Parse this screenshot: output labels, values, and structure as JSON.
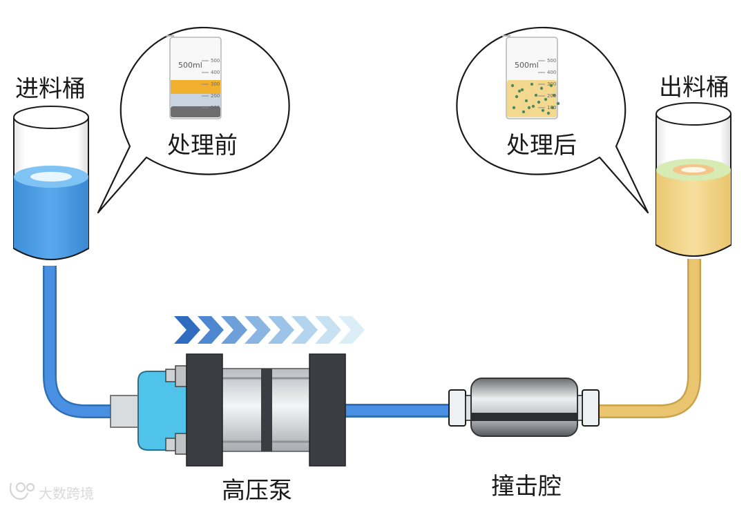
{
  "labels": {
    "feed_tank": "进料桶",
    "before": "处理前",
    "after": "处理后",
    "output_tank": "出料桶",
    "pump": "高压泵",
    "chamber": "撞击腔"
  },
  "beaker": {
    "capacity": "500ml",
    "ticks": [
      "500",
      "400",
      "300",
      "200",
      "100"
    ]
  },
  "watermark": "大数跨境",
  "colors": {
    "feed_liquid": "#4a9ee6",
    "product_liquid": "#f1d58a",
    "pipe_blue": "#4a90e2",
    "pipe_yellow": "#eac46e",
    "pump_head": "#4fc3ea",
    "frame_dark": "#3a3d42",
    "oil_layer": "#f0a818",
    "sludge_layer": "#6e6e6e",
    "dot_green": "#4e8a5e"
  },
  "icons": [
    "flow-direction-arrows-icon",
    "watermark-logo-icon"
  ]
}
